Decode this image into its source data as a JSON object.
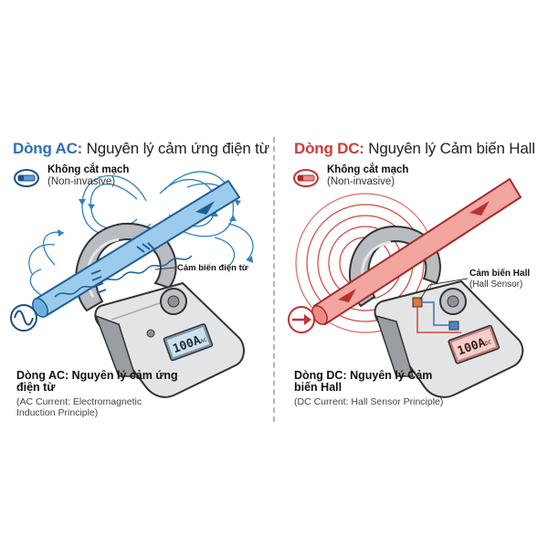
{
  "ac": {
    "title_kw": "Dòng AC:",
    "title_rest": " Nguyên lý cảm ứng điện từ",
    "badge_title": "Không cắt mạch",
    "badge_sub": "(Non-invasive)",
    "sensor_label": "Cảm biến điện từ",
    "display_value": "100A",
    "display_unit": "AC",
    "caption_main": "Dòng AC: Nguyên lý cảm ứng điện từ",
    "caption_sub": "(AC Current: Electromagnetic Induction Principle)",
    "icons": [
      "non-invasive-badge-icon",
      "sine-wave-icon"
    ],
    "accent_color": "#2e6fb3"
  },
  "dc": {
    "title_kw": "Dòng DC:",
    "title_rest": " Nguyên lý Cảm biến Hall",
    "badge_title": "Không cắt mạch",
    "badge_sub": "(Non-invasive)",
    "sensor_label": "Cảm biến Hall",
    "sensor_sub": "(Hall Sensor)",
    "display_value": "100A",
    "display_unit": "DC",
    "caption_main": "Dòng DC: Nguyên lý Cảm biến Hall",
    "caption_sub": "(DC Current: Hall Sensor Principle)",
    "icons": [
      "non-invasive-badge-icon",
      "dc-arrow-icon"
    ],
    "accent_color": "#cf3a3a"
  }
}
